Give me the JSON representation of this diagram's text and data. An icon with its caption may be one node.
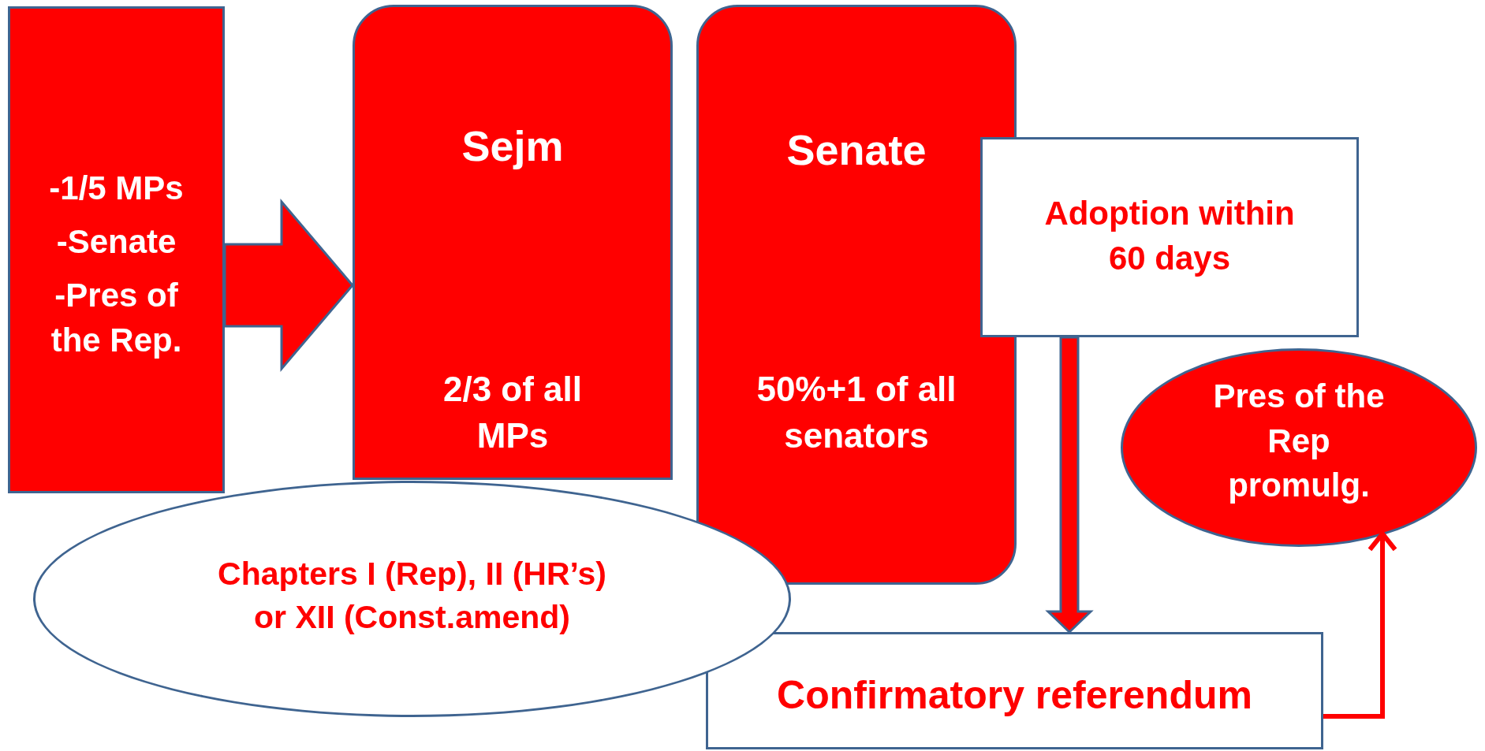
{
  "diagram": {
    "nodes": [
      {
        "text": [
          "-1/5 MPs",
          "-Senate",
          "-Pres of the Rep."
        ]
      },
      {
        "text": [
          "Sejm",
          "2/3 of all MPs"
        ]
      },
      {
        "text": [
          "Senate",
          "50%+1 of all senators"
        ]
      },
      {
        "text": [
          "Adoption within 60 days"
        ]
      },
      {
        "text": [
          "Chapters I (Rep), II (HR’s) or XII (Const.amend)"
        ]
      },
      {
        "text": [
          "Pres of the Rep promulg."
        ]
      },
      {
        "text": [
          "Confirmatory referendum"
        ]
      }
    ],
    "edges": [
      {
        "from": 0,
        "to": 1,
        "arrow": "to",
        "style": "thick"
      },
      {
        "from": 3,
        "to": 6,
        "arrow": "to",
        "style": "thick"
      },
      {
        "from": 6,
        "to": 5,
        "arrow": "to"
      }
    ]
  }
}
